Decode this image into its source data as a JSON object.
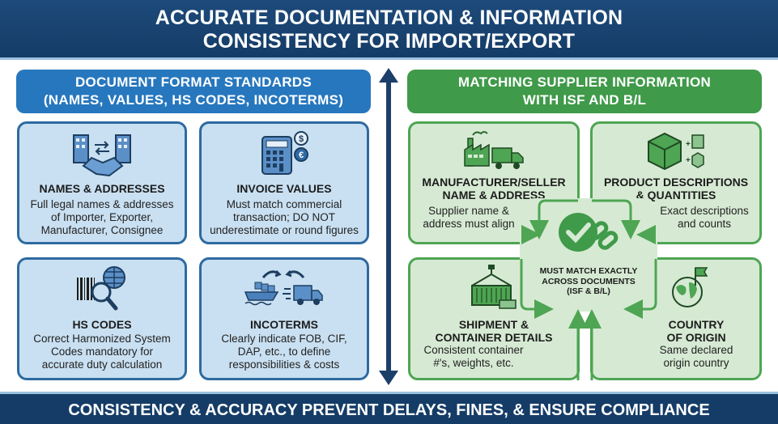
{
  "title": {
    "line1": "ACCURATE DOCUMENTATION & INFORMATION",
    "line2": "CONSISTENCY FOR IMPORT/EXPORT"
  },
  "left_section": {
    "header_line1": "DOCUMENT FORMAT STANDARDS",
    "header_line2": "(NAMES, VALUES, HS CODES, INCOTERMS)",
    "color": "#2677be",
    "cards": [
      {
        "icon": "buildings-handshake-icon",
        "title": "NAMES & ADDRESSES",
        "desc": [
          "Full legal names & addresses",
          "of Importer, Exporter,",
          "Manufacturer, Consignee"
        ]
      },
      {
        "icon": "calculator-currency-icon",
        "title": "INVOICE VALUES",
        "desc": [
          "Must match commercial",
          "transaction; DO NOT",
          "underestimate or round figures"
        ]
      },
      {
        "icon": "barcode-globe-magnifier-icon",
        "title": "HS CODES",
        "desc": [
          "Correct Harmonized System",
          "Codes mandatory for",
          "accurate duty calculation"
        ]
      },
      {
        "icon": "ship-truck-exchange-icon",
        "title": "INCOTERMS",
        "desc": [
          "Clearly indicate FOB, CIF,",
          "DAP, etc., to define",
          "responsibilities & costs"
        ]
      }
    ]
  },
  "right_section": {
    "header_line1": "MATCHING SUPPLIER INFORMATION",
    "header_line2": "WITH ISF AND B/L",
    "color": "#3f9a49",
    "cards": [
      {
        "icon": "factory-truck-icon",
        "title_line1": "MANUFACTURER/SELLER",
        "title_line2": "NAME & ADDRESS",
        "desc": [
          "Supplier name &",
          "address must align"
        ]
      },
      {
        "icon": "boxes-icon",
        "title_line1": "PRODUCT DESCRIPTIONS",
        "title_line2": "& QUANTITIES",
        "desc": [
          "Exact descriptions",
          "and counts"
        ]
      },
      {
        "icon": "container-crane-icon",
        "title_line1": "SHIPMENT &",
        "title_line2": "CONTAINER DETAILS",
        "desc": [
          "Consistent container",
          "#'s, weights, etc."
        ]
      },
      {
        "icon": "globe-flag-icon",
        "title_line1": "COUNTRY",
        "title_line2": "OF ORIGIN",
        "desc": [
          "Same declared",
          "origin country"
        ]
      }
    ],
    "hub": {
      "icon": "check-link-icon",
      "line1": "MUST MATCH EXACTLY",
      "line2": "ACROSS DOCUMENTS",
      "line3": "(ISF & B/L)"
    }
  },
  "footer": {
    "text": "CONSISTENCY & ACCURACY PREVENT DELAYS, FINES, & ENSURE COMPLIANCE"
  }
}
